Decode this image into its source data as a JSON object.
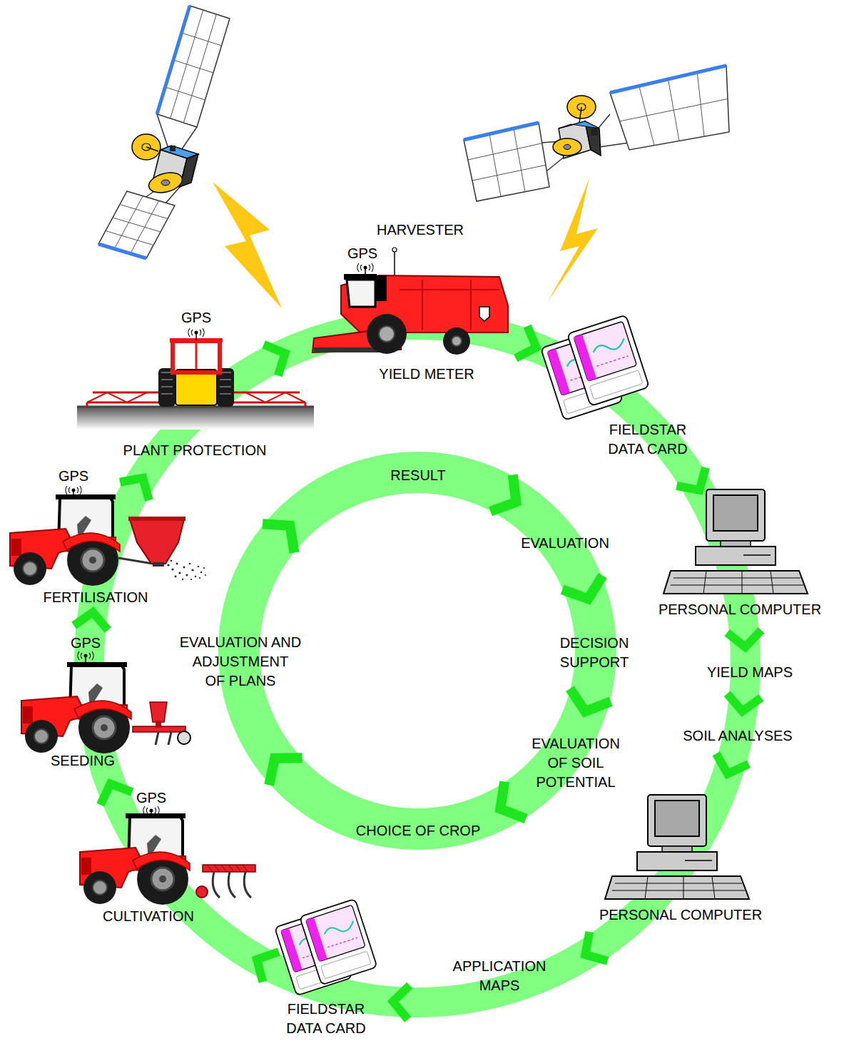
{
  "diagram": {
    "labels": [
      "HARVESTER",
      "GPS",
      "YIELD METER",
      "GPS",
      "FIELDSTAR DATA CARD",
      "PLANT PROTECTION",
      "RESULT",
      "GPS",
      "EVALUATION",
      "FERTILISATION",
      "PERSONAL COMPUTER",
      "GPS",
      "EVALUATION AND ADJUSTMENT OF PLANS",
      "DECISION SUPPORT",
      "YIELD MAPS",
      "SOIL ANALYSES",
      "SEEDING",
      "EVALUATION OF SOIL POTENTIAL",
      "GPS",
      "CHOICE OF CROP",
      "PERSONAL COMPUTER",
      "CULTIVATION",
      "APPLICATION MAPS",
      "FIELDSTAR DATA CARD"
    ]
  }
}
